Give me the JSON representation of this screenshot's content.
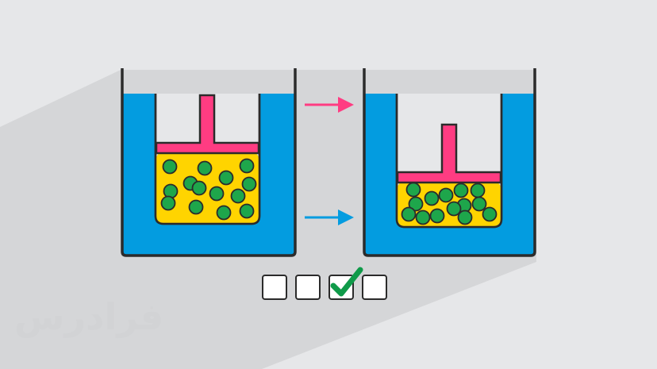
{
  "watermark": {
    "text": "فرادرس"
  },
  "colors": {
    "background": "#e6e7e9",
    "shadow": "#d5d6d8",
    "water": "#039ce0",
    "piston": "#ff3c82",
    "gas": "#ffd400",
    "particle": "#1ea64b",
    "outline": "#2b2b2b",
    "check": "#0f9a49"
  },
  "diagram": {
    "left_container": {
      "state": "initial",
      "particle_count": 14
    },
    "right_container": {
      "state": "compressed",
      "particle_count": 14
    },
    "arrows": [
      {
        "icon": "arrow-right-icon",
        "color": "#ff3c82"
      },
      {
        "icon": "arrow-right-icon",
        "color": "#039ce0"
      }
    ]
  },
  "answer_boxes": [
    {
      "checked": false
    },
    {
      "checked": false
    },
    {
      "checked": true
    },
    {
      "checked": false
    }
  ]
}
